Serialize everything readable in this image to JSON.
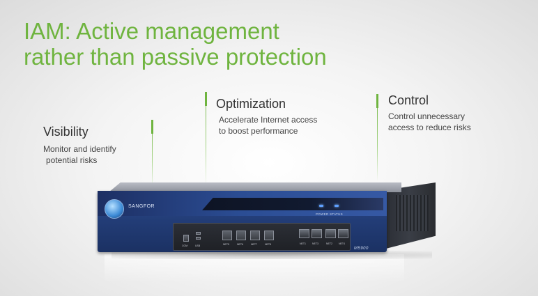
{
  "headline": {
    "line1": "IAM: Active management",
    "line2": "rather than passive protection",
    "color": "#6fb43f"
  },
  "features": {
    "visibility": {
      "title": "Visibility",
      "desc_line1": "Monitor and identify",
      "desc_line2": "potential risks"
    },
    "optimization": {
      "title": "Optimization",
      "desc_line1": "Accelerate Internet access",
      "desc_line2": "to boost performance"
    },
    "control": {
      "title": "Control",
      "desc_line1": "Control unnecessary",
      "desc_line2": "access to reduce risks"
    }
  },
  "device": {
    "brand": "SANGFOR",
    "model": "M5900",
    "led_labels": "POWER   STATUS",
    "ports": {
      "com": "COM",
      "usb": "USB",
      "net5": "NET5",
      "net6": "NET6",
      "net7": "NET7",
      "net8": "NET8",
      "net1": "NET1",
      "net2": "NET2",
      "net3": "NET3",
      "net4": "NET4"
    }
  }
}
